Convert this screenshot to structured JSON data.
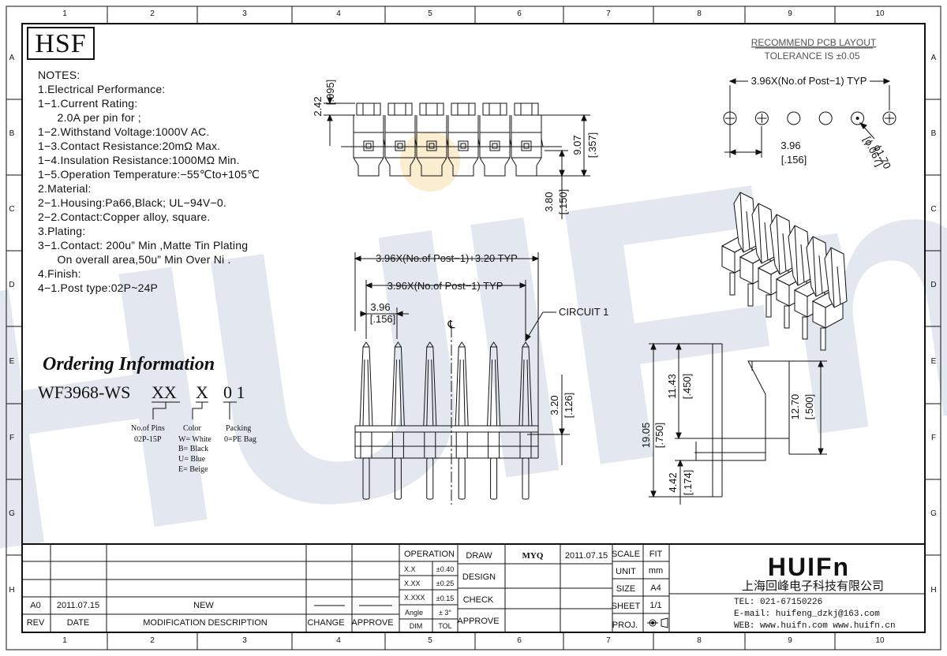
{
  "border": {
    "cols": [
      "1",
      "2",
      "3",
      "4",
      "5",
      "6",
      "7",
      "8",
      "9",
      "10"
    ],
    "rows": [
      "A",
      "B",
      "C",
      "D",
      "E",
      "F",
      "G",
      "H"
    ]
  },
  "logo_hsf": "HSF",
  "notes": [
    "NOTES:",
    "1.Electrical Performance:",
    "1−1.Current Rating:",
    "      2.0A per pin for ;",
    "1−2.Withstand Voltage:1000V AC.",
    "1−3.Contact Resistance:20mΩ Max.",
    "1−4.Insulation Resistance:1000MΩ Min.",
    "1−5.Operation Temperature:−55℃to+105℃",
    "2.Material:",
    "2−1.Housing:Pa66,Black; UL−94V−0.",
    "2−2.Contact:Copper alloy, square.",
    "3.Plating:",
    "3−1.Contact: 200u” Min ,Matte Tin Plating",
    "      On overall area,50u” Min Over Ni .",
    "4.Finish:",
    "4−1.Post type:02P~24P"
  ],
  "ordering": {
    "title": "Ordering Information",
    "part_prefix": "WF3968-WS",
    "part_xx": "XX",
    "part_x": "X",
    "part_01": "0 1",
    "pins_label": "No.of Pins",
    "pins_value": "02P-15P",
    "color_label": "Color",
    "color_values": [
      "W= White",
      "B= Black",
      "U= Blue",
      "E= Beige"
    ],
    "packing_label": "Packing",
    "packing_value": "0=PE Bag"
  },
  "pcb": {
    "title": "RECOMMEND PCB LAYOUT",
    "tolerance": "TOLERANCE IS ±0.05",
    "pitch_label": "3.96X(No.of Post−1) TYP",
    "pitch": "3.96",
    "pitch_in": "[.156]",
    "hole": "ϕ1.70",
    "hole_in": "[ϕ.067]"
  },
  "top_view": {
    "dim_a": "2.42",
    "dim_a_in": "[.095]",
    "dim_b": "9.07",
    "dim_b_in": "[.357]",
    "dim_c": "3.80",
    "dim_c_in": "[.150]"
  },
  "front_view": {
    "overall": "3.96X(No.of Post−1)+3.20 TYP",
    "pitch_total": "3.96X(No.of Post−1) TYP",
    "pitch": "3.96",
    "pitch_in": "[.156]",
    "circuit": "CIRCUIT 1",
    "cl": "℄",
    "tip": "3.20",
    "tip_in": "[.126]"
  },
  "side_view": {
    "h_total": "19.05",
    "h_total_in": "[.750]",
    "h_upper": "11.43",
    "h_upper_in": "[.450]",
    "h_right": "12.70",
    "h_right_in": "[.500]",
    "h_low": "4.42",
    "h_low_in": "[.174]"
  },
  "title_block": {
    "rev_row": {
      "rev": "A0",
      "date": "2011.07.15",
      "desc": "NEW"
    },
    "headers": {
      "rev": "REV",
      "date": "DATE",
      "desc": "MODIFICATION DESCRIPTION",
      "change": "CHANGE",
      "approve": "APPROVE"
    },
    "operation": "OPERATION",
    "tolerances": [
      [
        "X.X",
        "±0.40"
      ],
      [
        "X.XX",
        "±0.25"
      ],
      [
        "X.XXX",
        "±0.15"
      ],
      [
        "Angle",
        "± 3°"
      ]
    ],
    "dim": "DIM",
    "tol": "TOL",
    "draw": "DRAW",
    "drawer": "MYQ",
    "draw_date": "2011.07.15",
    "design": "DESIGN",
    "check": "CHECK",
    "approve": "APPROVE",
    "scale": "SCALE",
    "scale_v": "FIT",
    "unit": "UNIT",
    "unit_v": "mm",
    "size": "SIZE",
    "size_v": "A4",
    "sheet": "SHEET",
    "sheet_v": "1/1",
    "proj": "PROJ.",
    "company_logo": "HUIFn",
    "company_name": "上海回峰电子科技有限公司",
    "tel": "TEL: 021-67150226",
    "email": "E-mail: huifeng_dzkj@163.com",
    "web": "WEB: www.huifn.com   www.huifn.cn"
  },
  "watermark": "HUIFn",
  "colors": {
    "ink": "#111111",
    "watermark": "#dfe4ee",
    "halo": "#f6d89a"
  }
}
